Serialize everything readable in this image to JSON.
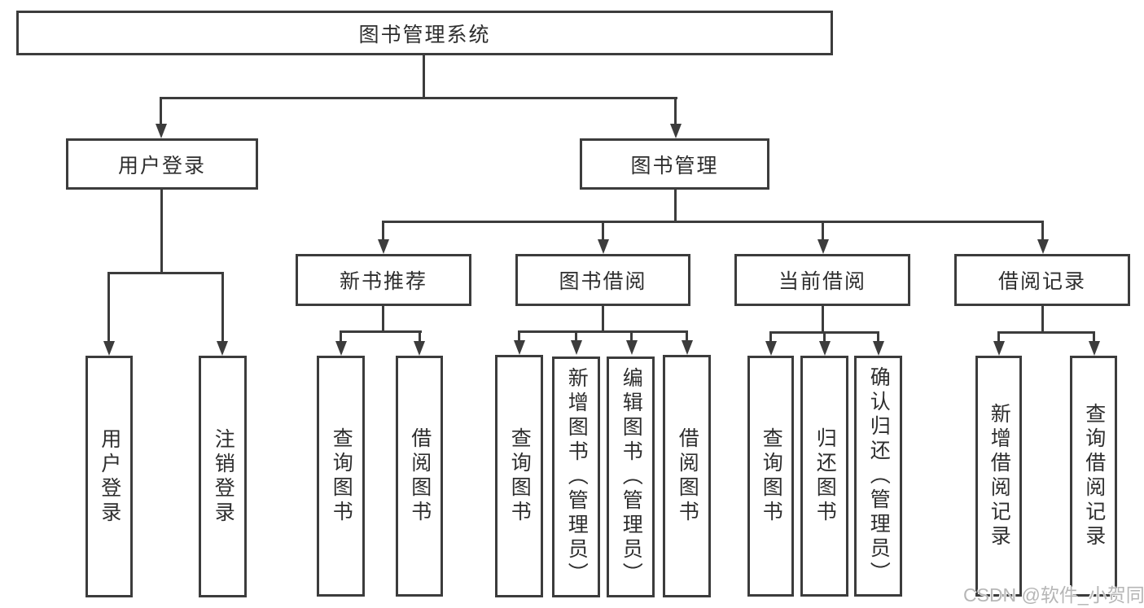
{
  "diagram": {
    "root": "图书管理系统",
    "branches": [
      {
        "label": "用户登录",
        "children": [
          "用户登录",
          "注销登录"
        ]
      },
      {
        "label": "图书管理",
        "groups": [
          {
            "label": "新书推荐",
            "children": [
              "查询图书",
              "借阅图书"
            ]
          },
          {
            "label": "图书借阅",
            "children": [
              "查询图书",
              "新增图书（管理员）",
              "编辑图书（管理员）",
              "借阅图书"
            ]
          },
          {
            "label": "当前借阅",
            "children": [
              "查询图书",
              "归还图书",
              "确认归还（管理员）"
            ]
          },
          {
            "label": "借阅记录",
            "children": [
              "新增借阅记录",
              "查询借阅记录"
            ]
          }
        ]
      }
    ],
    "watermark": "CSDN @软件_小贺同学",
    "colors": {
      "line": "#3c3c3c",
      "text": "#2e2e2e",
      "background": "#ffffff",
      "watermark": "#b6b6b6"
    }
  }
}
